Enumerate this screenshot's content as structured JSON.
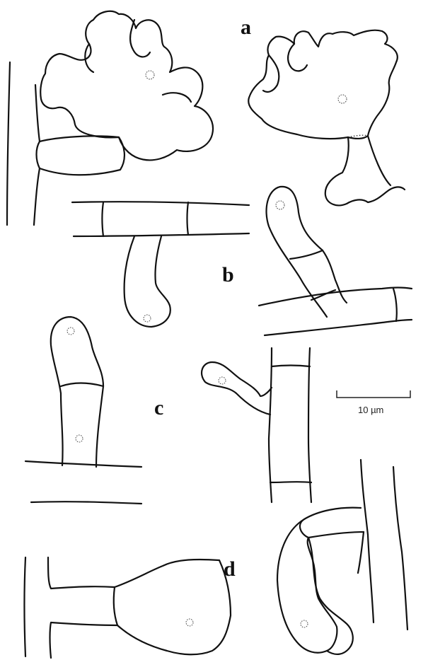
{
  "panel_labels": {
    "a": "a",
    "b": "b",
    "c": "c",
    "d": "d"
  },
  "scale_bar": {
    "label": "10 µm"
  }
}
